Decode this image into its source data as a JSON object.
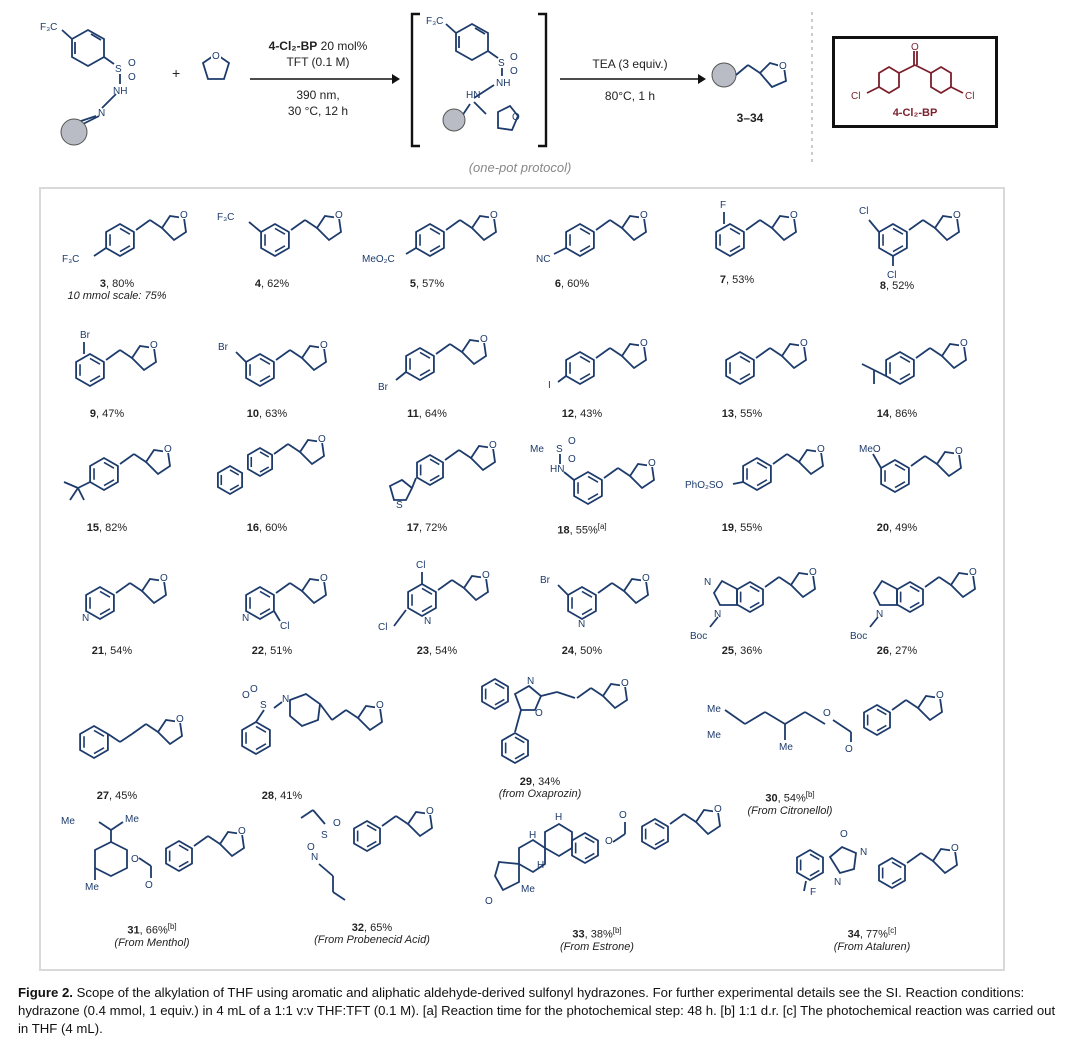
{
  "scheme": {
    "reagent_top": "4-Cl₂-BP 20 mol%",
    "reagent_top_bold": "4-Cl₂-BP",
    "reagent_top_rest": " 20 mol%",
    "solvent": "TFT (0.1 M)",
    "wavelength": "390 nm,",
    "temp_time": "30 °C, 12 h",
    "base": "TEA (3 equiv.)",
    "step2_cond": "80°C, 1 h",
    "product_range": "3–34",
    "catalyst_label": "4-Cl₂-BP",
    "protocol": "(one-pot protocol)",
    "plus": "+",
    "cf3": "F₃C",
    "so2": "S",
    "o": "O",
    "nh": "NH",
    "n": "N",
    "hn": "HN",
    "cl": "Cl"
  },
  "colors": {
    "structure": "#1d3b6b",
    "substituent_ball": "#b9bcc4",
    "catalyst": "#7a1f2b",
    "grid_border": "#d9d9d9"
  },
  "compounds": [
    {
      "num": "3",
      "yield": ", 80%",
      "sup": "",
      "note": "10 mmol scale: 75%",
      "source": ""
    },
    {
      "num": "4",
      "yield": ", 62%",
      "sup": "",
      "note": "",
      "source": ""
    },
    {
      "num": "5",
      "yield": ", 57%",
      "sup": "",
      "note": "",
      "source": ""
    },
    {
      "num": "6",
      "yield": ", 60%",
      "sup": "",
      "note": "",
      "source": ""
    },
    {
      "num": "7",
      "yield": ", 53%",
      "sup": "",
      "note": "",
      "source": ""
    },
    {
      "num": "8",
      "yield": ", 52%",
      "sup": "",
      "note": "",
      "source": ""
    },
    {
      "num": "9",
      "yield": ", 47%",
      "sup": "",
      "note": "",
      "source": ""
    },
    {
      "num": "10",
      "yield": ", 63%",
      "sup": "",
      "note": "",
      "source": ""
    },
    {
      "num": "11",
      "yield": ", 64%",
      "sup": "",
      "note": "",
      "source": ""
    },
    {
      "num": "12",
      "yield": ", 43%",
      "sup": "",
      "note": "",
      "source": ""
    },
    {
      "num": "13",
      "yield": ", 55%",
      "sup": "",
      "note": "",
      "source": ""
    },
    {
      "num": "14",
      "yield": ", 86%",
      "sup": "",
      "note": "",
      "source": ""
    },
    {
      "num": "15",
      "yield": ", 82%",
      "sup": "",
      "note": "",
      "source": ""
    },
    {
      "num": "16",
      "yield": ", 60%",
      "sup": "",
      "note": "",
      "source": ""
    },
    {
      "num": "17",
      "yield": ", 72%",
      "sup": "",
      "note": "",
      "source": ""
    },
    {
      "num": "18",
      "yield": ", 55%",
      "sup": "[a]",
      "note": "",
      "source": ""
    },
    {
      "num": "19",
      "yield": ", 55%",
      "sup": "",
      "note": "",
      "source": ""
    },
    {
      "num": "20",
      "yield": ", 49%",
      "sup": "",
      "note": "",
      "source": ""
    },
    {
      "num": "21",
      "yield": ", 54%",
      "sup": "",
      "note": "",
      "source": ""
    },
    {
      "num": "22",
      "yield": ", 51%",
      "sup": "",
      "note": "",
      "source": ""
    },
    {
      "num": "23",
      "yield": ", 54%",
      "sup": "",
      "note": "",
      "source": ""
    },
    {
      "num": "24",
      "yield": ", 50%",
      "sup": "",
      "note": "",
      "source": ""
    },
    {
      "num": "25",
      "yield": ", 36%",
      "sup": "",
      "note": "",
      "source": ""
    },
    {
      "num": "26",
      "yield": ", 27%",
      "sup": "",
      "note": "",
      "source": ""
    },
    {
      "num": "27",
      "yield": ", 45%",
      "sup": "",
      "note": "",
      "source": ""
    },
    {
      "num": "28",
      "yield": ", 41%",
      "sup": "",
      "note": "",
      "source": ""
    },
    {
      "num": "29",
      "yield": ", 34%",
      "sup": "",
      "note": "",
      "source": "(from Oxaprozin)"
    },
    {
      "num": "30",
      "yield": ", 54%",
      "sup": "[b]",
      "note": "",
      "source": "(From Citronellol)"
    },
    {
      "num": "31",
      "yield": ", 66%",
      "sup": "[b]",
      "note": "",
      "source": "(From Menthol)"
    },
    {
      "num": "32",
      "yield": ", 65%",
      "sup": "",
      "note": "",
      "source": "(From Probenecid Acid)"
    },
    {
      "num": "33",
      "yield": ", 38%",
      "sup": "[b]",
      "note": "",
      "source": "(From Estrone)"
    },
    {
      "num": "34",
      "yield": ", 77%",
      "sup": "[c]",
      "note": "",
      "source": "(From Ataluren)"
    }
  ],
  "substituents": {
    "s3": "F₃C",
    "s4": "F₃C",
    "s5": "MeO₂C",
    "s6": "NC",
    "s7": "F",
    "s8a": "Cl",
    "s8b": "Cl",
    "s9": "Br",
    "s10": "Br",
    "s11": "Br",
    "s12": "I",
    "s18a": "Me",
    "s18b": "S",
    "s18c": "O",
    "s18d": "O",
    "s18e": "HN",
    "s19": "PhO₂SO",
    "s20": "MeO",
    "s21": "N",
    "s22a": "N",
    "s22b": "Cl",
    "s23a": "Cl",
    "s23b": "Cl",
    "s23c": "N",
    "s24a": "Br",
    "s24b": "N",
    "s25a": "N",
    "s25b": "N",
    "s25c": "Boc",
    "s26a": "N",
    "s26b": "Boc",
    "s17": "S",
    "s29a": "N",
    "s29b": "O",
    "s30a": "Me",
    "s30b": "Me",
    "s30c": "O",
    "s30d": "O",
    "s31a": "Me",
    "s31b": "Me",
    "s31c": "O",
    "s31d": "O",
    "s31e": "Me",
    "s28a": "S",
    "s28b": "O",
    "s28c": "O",
    "s28d": "N",
    "s32a": "S",
    "s32b": "O",
    "s32c": "O",
    "s32d": "N",
    "s33a": "H",
    "s33b": "H",
    "s33c": "H",
    "s33d": "O",
    "s33e": "Me",
    "s33f": "O",
    "s33g": "O",
    "s34a": "O",
    "s34b": "N",
    "s34c": "N",
    "s34d": "F",
    "thf_o": "O"
  },
  "caption": {
    "label": "Figure 2.",
    "text": " Scope of the alkylation of THF using aromatic and aliphatic aldehyde-derived sulfonyl hydrazones. For further experimental details see the SI. Reaction conditions: hydrazone (0.4 mmol, 1 equiv.) in 4 mL of a 1:1 v:v THF:TFT (0.1 M). [a] Reaction time for the photochemical step: 48 h. [b] 1:1 d.r. [c] The photochemical reaction was carried out in THF (4 mL)."
  }
}
